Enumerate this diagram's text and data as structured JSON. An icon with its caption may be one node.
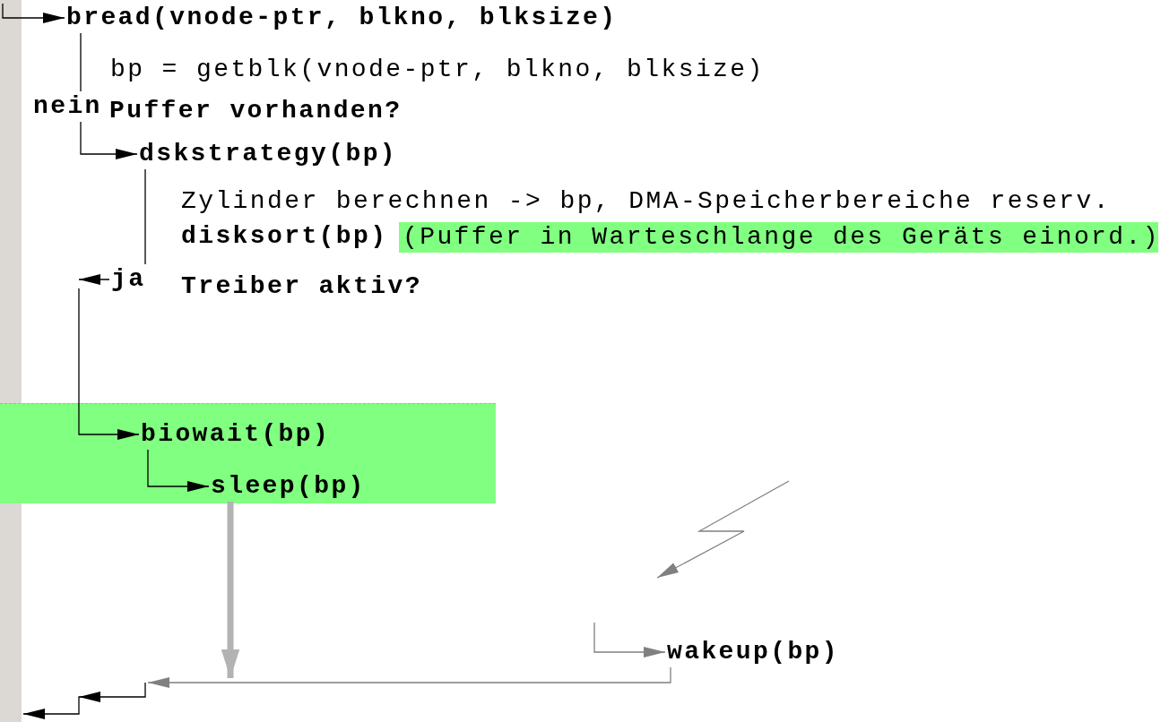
{
  "diagram": {
    "nodes": [
      {
        "text": [
          "bread(vnode-ptr, blkno, blksize)"
        ]
      },
      {
        "text": [
          "bp = getblk(vnode-ptr, blkno, blksize)"
        ]
      },
      {
        "text": [
          "nein"
        ]
      },
      {
        "text": [
          "Puffer vorhanden?"
        ]
      },
      {
        "text": [
          "dskstrategy(bp)"
        ]
      },
      {
        "text": [
          "Zylinder berechnen -> bp, DMA-Speicherbereiche reserv."
        ]
      },
      {
        "text": [
          "disksort(bp)"
        ]
      },
      {
        "text": [
          "(Puffer in Warteschlange des Geräts einord.)"
        ]
      },
      {
        "text": [
          "ja"
        ]
      },
      {
        "text": [
          "Treiber aktiv?"
        ]
      },
      {
        "text": [],
        "shape": "box"
      },
      {
        "text": [
          "biowait(bp)"
        ],
        "in": 10
      },
      {
        "text": [
          "sleep(bp)"
        ],
        "in": 10
      },
      {
        "text": [
          "wakeup(bp)"
        ]
      },
      {
        "text": [],
        "shape": "bar"
      }
    ],
    "edges": [
      {
        "from": 14,
        "to": 0,
        "arrow": "to"
      },
      {
        "from": 0,
        "to": 2,
        "arrow": "none"
      },
      {
        "from": 2,
        "to": 4,
        "arrow": "to"
      },
      {
        "from": 4,
        "to": 8,
        "arrow": "none"
      },
      {
        "from": 8,
        "to": null,
        "arrow": "to"
      },
      {
        "from": null,
        "to": 11,
        "arrow": "to"
      },
      {
        "from": 11,
        "to": 12,
        "arrow": "to"
      },
      {
        "from": 12,
        "to": null,
        "arrow": "to",
        "style": "thick",
        "color": "#b3b3b3"
      },
      {
        "from": null,
        "to": 13,
        "arrow": "to",
        "color": "#808080"
      },
      {
        "from": 13,
        "to": null,
        "arrow": "to",
        "color": "#808080"
      },
      {
        "from": null,
        "to": 14,
        "arrow": "to"
      }
    ]
  }
}
